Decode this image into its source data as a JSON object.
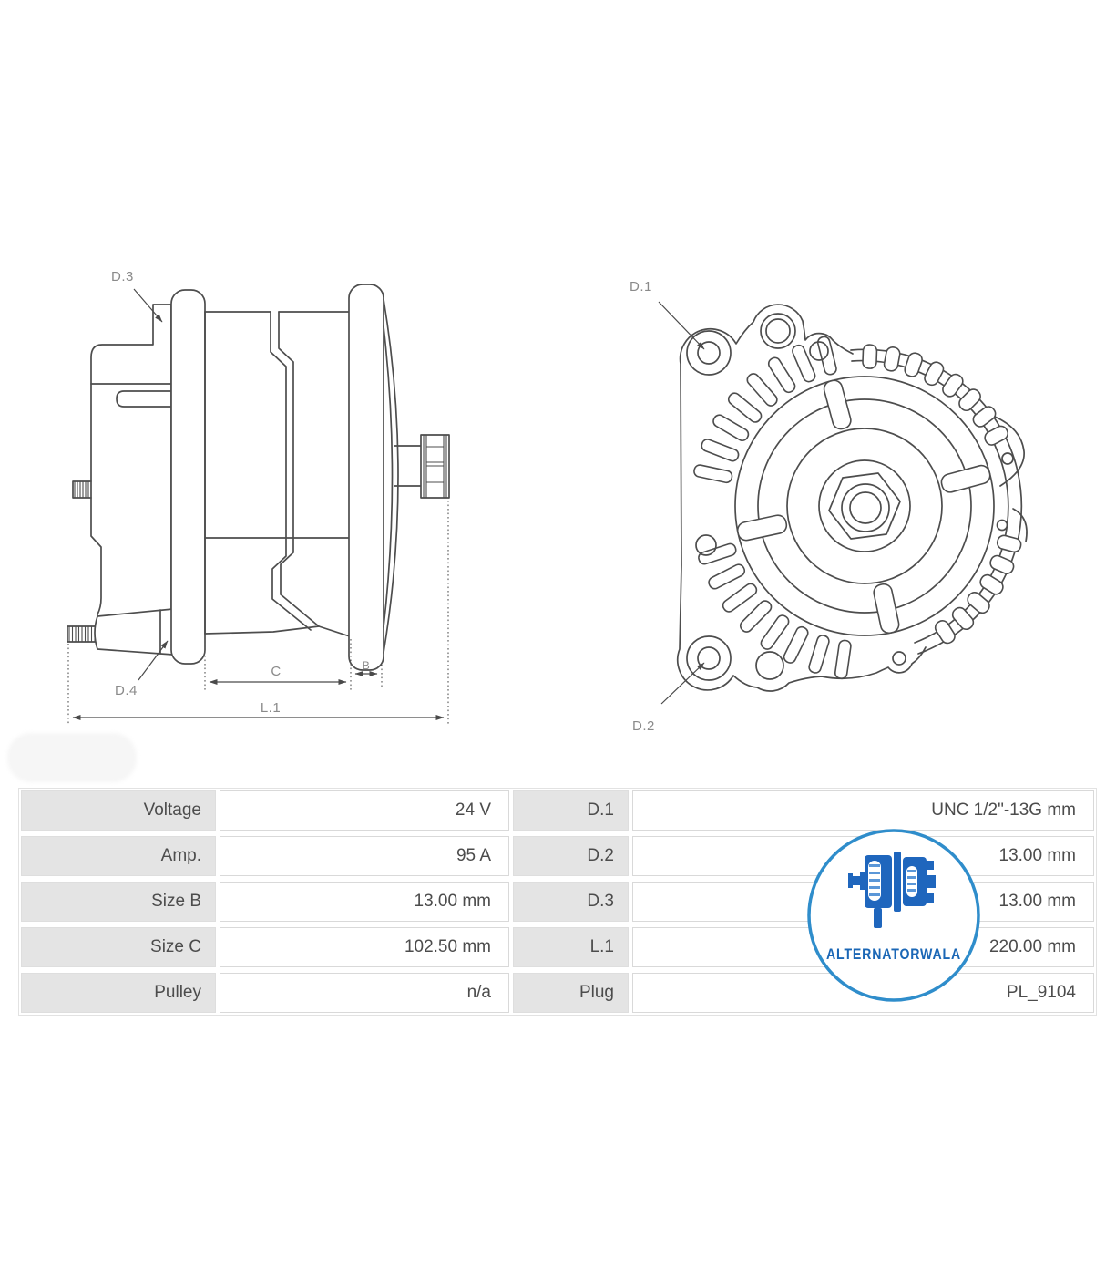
{
  "side_view": {
    "label_d3": "D.3",
    "label_d4": "D.4",
    "label_c": "C",
    "label_b": "B",
    "label_l1": "L.1"
  },
  "front_view": {
    "label_d1": "D.1",
    "label_d2": "D.2"
  },
  "spec_table": {
    "rows": [
      {
        "label": "Voltage",
        "value": "24 V",
        "label2": "D.1",
        "value2": "UNC 1/2\"-13G mm"
      },
      {
        "label": "Amp.",
        "value": "95 A",
        "label2": "D.2",
        "value2": "13.00 mm"
      },
      {
        "label": "Size B",
        "value": "13.00 mm",
        "label2": "D.3",
        "value2": "13.00 mm"
      },
      {
        "label": "Size C",
        "value": "102.50 mm",
        "label2": "L.1",
        "value2": "220.00 mm"
      },
      {
        "label": "Pulley",
        "value": "n/a",
        "label2": "Plug",
        "value2": "PL_9104"
      }
    ]
  },
  "logo": {
    "brand": "ALTERNATORWALA"
  },
  "colors": {
    "accent_blue": "#2f8dcb",
    "logo_text_blue": "#1b67b6",
    "logo_icon_blue": "#1f66bd",
    "label_cell_bg": "#e4e4e4",
    "drawing_line": "#4d4d4d",
    "dim_label_gray": "#8a8a8a"
  }
}
